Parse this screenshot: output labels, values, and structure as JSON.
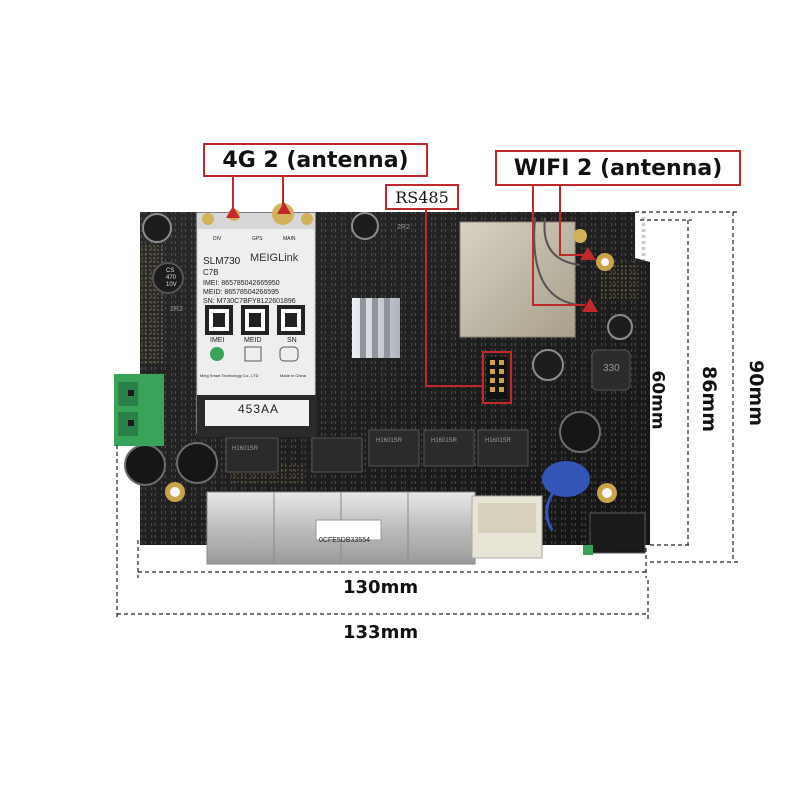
{
  "labels": {
    "antenna_4g": "4G  2  (antenna)",
    "antenna_wifi": "WIFI 2  (antenna)",
    "rs485": "RS485"
  },
  "dimensions": {
    "width_inner": "130mm",
    "width_outer": "133mm",
    "height_inner": "60mm",
    "height_mid": "86mm",
    "height_outer": "90mm"
  },
  "module": {
    "brand": "MEIGLink",
    "model": "SLM730",
    "variant": "C7B",
    "imei": "IMEI: 865785042665950",
    "meid": "MEID: 86578504266595",
    "sn": "SN: M730C7BFY8122601896",
    "qr_labels": [
      "IMEI",
      "MEID",
      "SN"
    ],
    "footer_left": "Meig Smart Technology Co., LTD",
    "footer_right": "Made in China",
    "ant_labels": [
      "DIV",
      "GPS",
      "MAIN"
    ]
  },
  "board": {
    "slot_label": "453AA",
    "barcode_text": "0CFE5DB33554",
    "inductor_label": "330",
    "transformer_labels": [
      "H1601SR",
      "H1601SR",
      "H1601SR",
      "H1601SR"
    ],
    "cap_label_line1": "CS",
    "cap_label_line2": "470",
    "cap_label_line3": "10V",
    "pcb_mark": "2R2",
    "pcb_mark2": "2R2"
  },
  "colors": {
    "callout_border": "#c0282c",
    "pcb": "#1e1e1e",
    "terminal_green": "#3aa35a",
    "copper": "#c8a050"
  }
}
